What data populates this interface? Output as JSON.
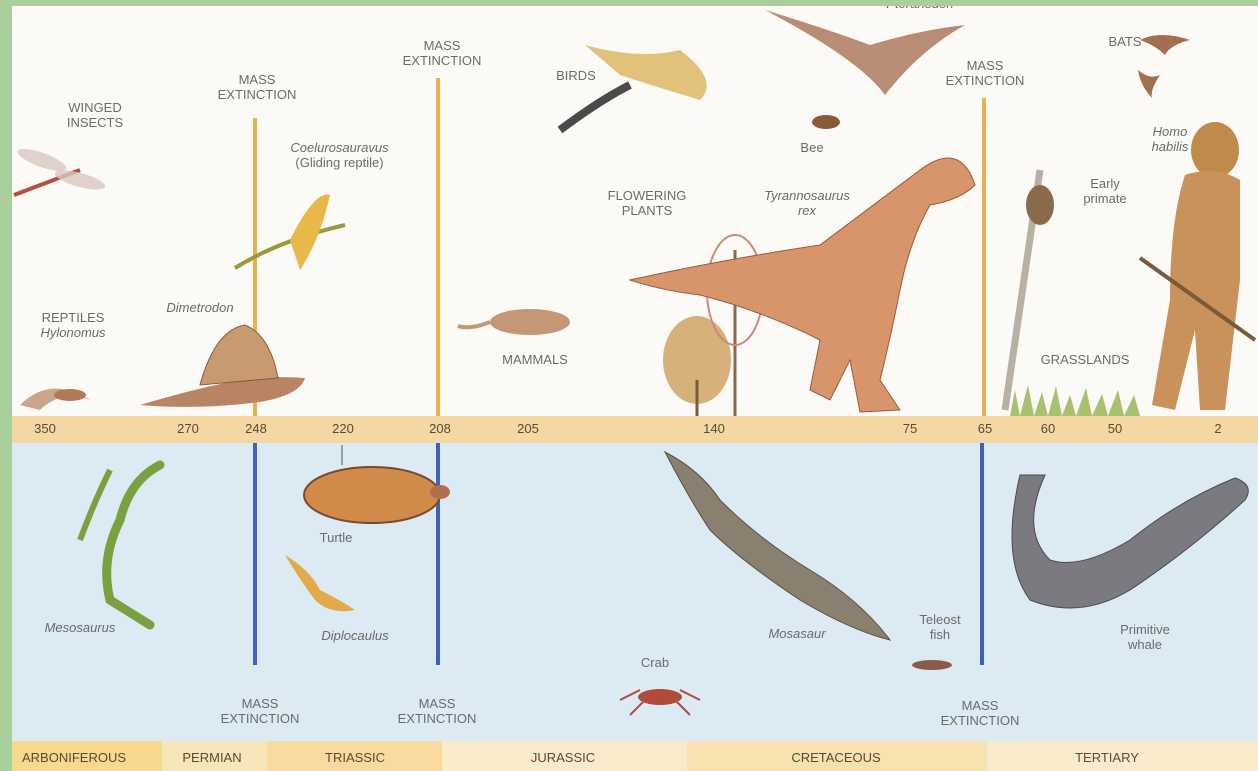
{
  "title": "",
  "timeline_numbers": [
    "350",
    "270",
    "248",
    "220",
    "208",
    "205",
    "140",
    "75",
    "65",
    "60",
    "50",
    "2"
  ],
  "periods": [
    "ARBONIFEROUS",
    "PERMIAN",
    "TRIASSIC",
    "JURASSIC",
    "CRETACEOUS",
    "TERTIARY"
  ],
  "mass_extinction": [
    "MASS",
    "EXTINCTION"
  ],
  "land_labels": {
    "winged_insects_1": "WINGED",
    "winged_insects_2": "INSECTS",
    "reptiles": "REPTILES",
    "hylonomus": "Hylonomus",
    "dimetrodon": "Dimetrodon",
    "coelurosauravus": "Coelurosauravus",
    "gliding_reptile": "(Gliding reptile)",
    "birds": "BIRDS",
    "mammals": "MAMMALS",
    "pteranodon": "Pteranodon",
    "bee": "Bee",
    "flowering_1": "FLOWERING",
    "flowering_2": "PLANTS",
    "trex_1": "Tyrannosaurus",
    "trex_2": "rex",
    "bats": "BATS",
    "homo_1": "Homo",
    "homo_2": "habilis",
    "early_primate_1": "Early",
    "early_primate_2": "primate",
    "grasslands": "GRASSLANDS"
  },
  "sea_labels": {
    "mesosaurus": "Mesosaurus",
    "turtle": "Turtle",
    "diplocaulus": "Diplocaulus",
    "crab": "Crab",
    "mosasaur": "Mosasaur",
    "teleost_1": "Teleost",
    "teleost_2": "fish",
    "whale_1": "Primitive",
    "whale_2": "whale"
  },
  "colors": {
    "frame": "#a9cf9a",
    "land": "#fbfaf6",
    "sea": "#dbeaf3",
    "timeline": "#f4d7a2",
    "land_extinction_line": "#e9b04c",
    "sea_extinction_line": "#3f63b8"
  }
}
